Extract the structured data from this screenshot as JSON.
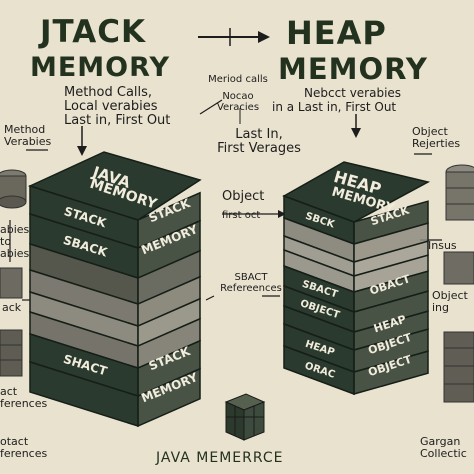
{
  "titles": {
    "stack_title_1": "JTACK",
    "stack_title_2": "MEMORY",
    "heap_title_1": "HEAP",
    "heap_title_2": "MEMORY"
  },
  "notes": {
    "left_top_1": "Method Calls,",
    "left_top_2": "Local verabies",
    "left_top_3": "Last in, First Out",
    "center_1": "Meriod calls",
    "center_2": "Nocao",
    "center_3": "Veracies",
    "right_top_1": "Nebcct verabies",
    "right_top_2": "in a Last in, First Out",
    "mid_1": "Last In,",
    "mid_2": "First Verages",
    "object_1": "Object",
    "object_2": "first oct",
    "sbact_1": "SBACT",
    "sbact_2": "Refereences",
    "bottom_caption": "JAVA MEMERRCE"
  },
  "side_left": {
    "method_1": "Method",
    "method_2": "Verabies",
    "mid_1": "abies",
    "mid_2": "to",
    "mid_3": "abies",
    "stack_label": "ack",
    "refs_1": "act",
    "refs_2": "ferences",
    "bottom_1": "otact",
    "bottom_2": "ferences"
  },
  "side_right": {
    "object_1": "Object",
    "object_2": "Rejerties",
    "insus": "Insus",
    "object2_1": "Object",
    "object2_2": "ing",
    "bottom_1": "Gargan",
    "bottom_2": "Collectic"
  },
  "left_stack": {
    "top_1": "JAVA",
    "top_2": "MEMORY",
    "layer_labels": [
      "STACK",
      "STACK",
      "SBACK",
      "MEMORY",
      "SHACT",
      "STACK",
      "MEMORY"
    ]
  },
  "right_stack": {
    "top_1": "HEAP",
    "top_2": "MEMORY",
    "layer_labels": [
      "SBCK",
      "STACK",
      "SBACT",
      "OBACT",
      "OBJECT",
      "HEAP",
      "HEAP",
      "OBJECT",
      "ORAC",
      "OBJECT"
    ]
  },
  "colors": {
    "background": "#e9e2cf",
    "dark_block": "#2b3a2e",
    "block_edge": "#151e17",
    "block_text": "#f1ecdc",
    "gray_layer": "#8d8b80"
  }
}
